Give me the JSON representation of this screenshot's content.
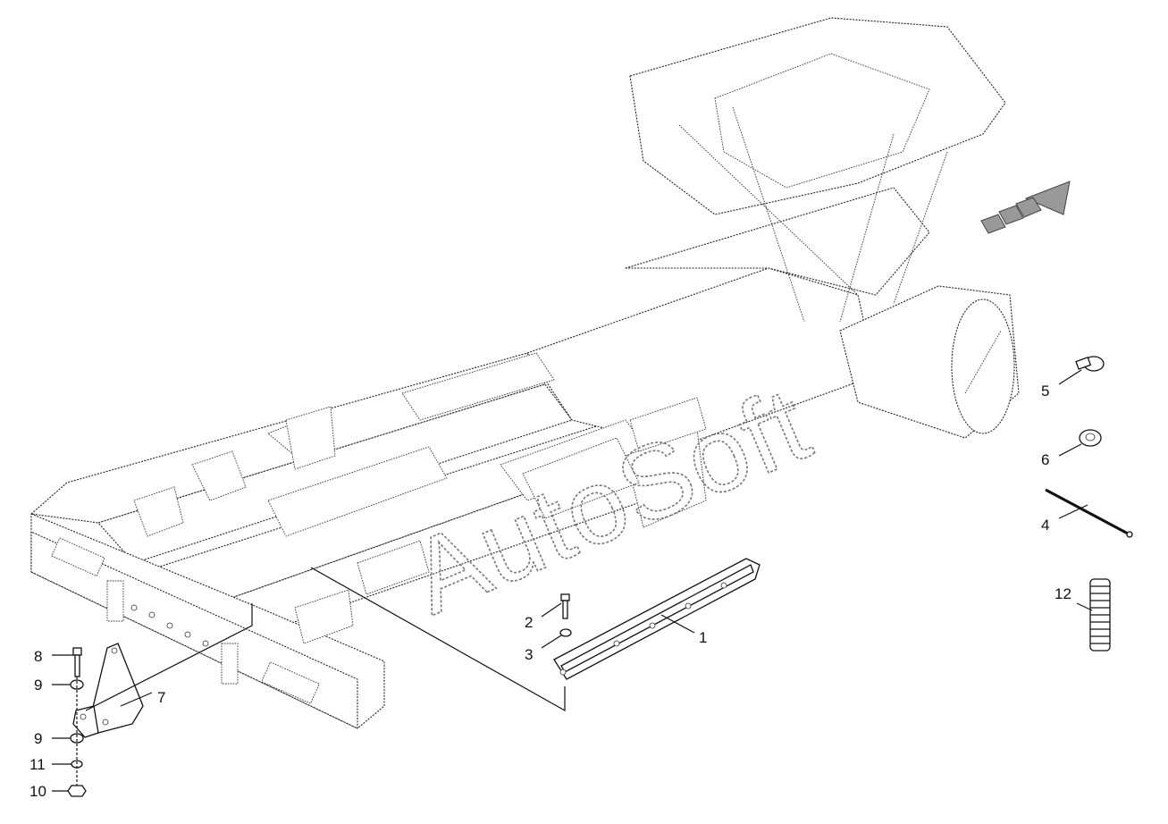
{
  "watermark": "AutoSoft",
  "callouts": {
    "c1": "1",
    "c2": "2",
    "c3": "3",
    "c4": "4",
    "c5": "5",
    "c6": "6",
    "c7": "7",
    "c8": "8",
    "c9a": "9",
    "c9b": "9",
    "c10": "10",
    "c11": "11",
    "c12": "12"
  },
  "icons": {
    "direction": "forward-direction-arrow-icon"
  }
}
